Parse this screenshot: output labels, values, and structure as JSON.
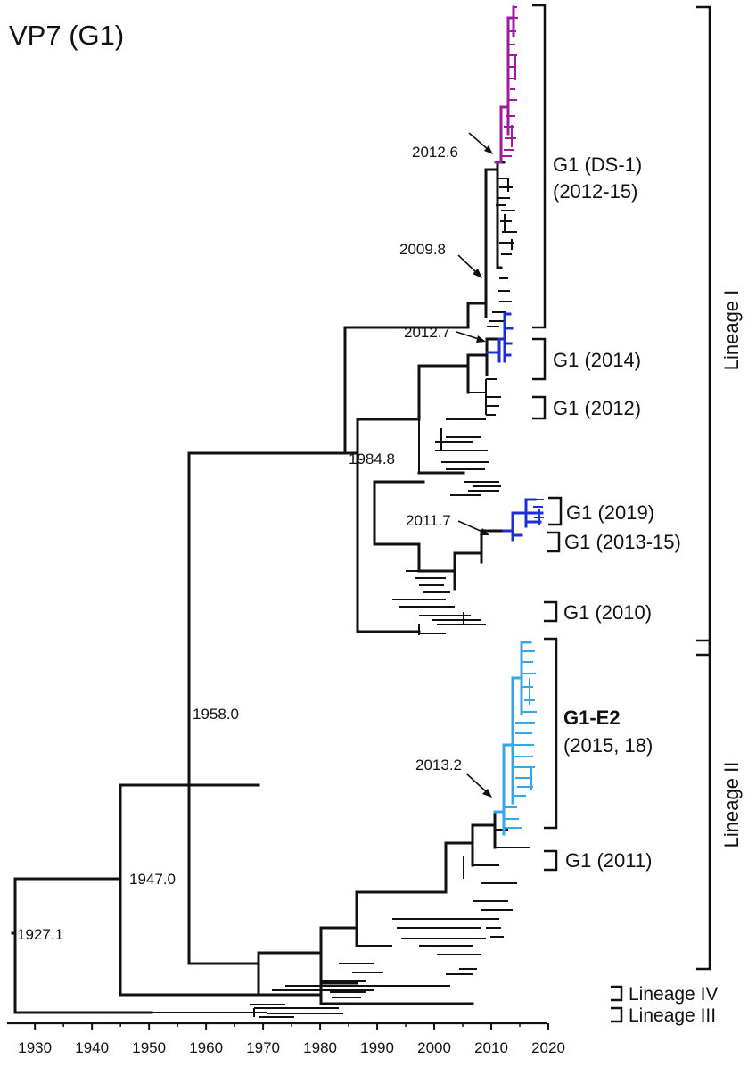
{
  "title": "VP7 (G1)",
  "colors": {
    "black": "#111111",
    "purple": "#a01aa0",
    "blue": "#1c2fd6",
    "light_blue": "#35a6e8",
    "label_blue": "#1f5fb8"
  },
  "axis": {
    "min": 1925,
    "max": 2020,
    "ticks": [
      1930,
      1940,
      1950,
      1960,
      1970,
      1980,
      1990,
      2000,
      2010,
      2020
    ]
  },
  "node_labels": [
    {
      "text": "1927.1",
      "year": 1927.1
    },
    {
      "text": "1947.0",
      "year": 1947.0
    },
    {
      "text": "1958.0",
      "year": 1958.0
    },
    {
      "text": "1984.8",
      "year": 1984.8
    },
    {
      "text": "2012.6",
      "year": 2012.6
    },
    {
      "text": "2009.8",
      "year": 2009.8
    },
    {
      "text": "2012.7",
      "year": 2012.7
    },
    {
      "text": "2011.7",
      "year": 2011.7
    },
    {
      "text": "2013.2",
      "year": 2013.2
    }
  ],
  "clades": [
    {
      "name": "G1 (DS-1)",
      "years": "(2012-15)"
    },
    {
      "name": "G1 (2014)"
    },
    {
      "name": "G1 (2012)"
    },
    {
      "name": "G1 (2019)"
    },
    {
      "name": "G1 (2013-15)"
    },
    {
      "name": "G1 (2010)"
    },
    {
      "name": "G1-E2",
      "years": "(2015, 18)"
    },
    {
      "name": "G1 (2011)"
    }
  ],
  "lineages": [
    "Lineage I",
    "Lineage II",
    "Lineage IV",
    "Lineage III"
  ]
}
